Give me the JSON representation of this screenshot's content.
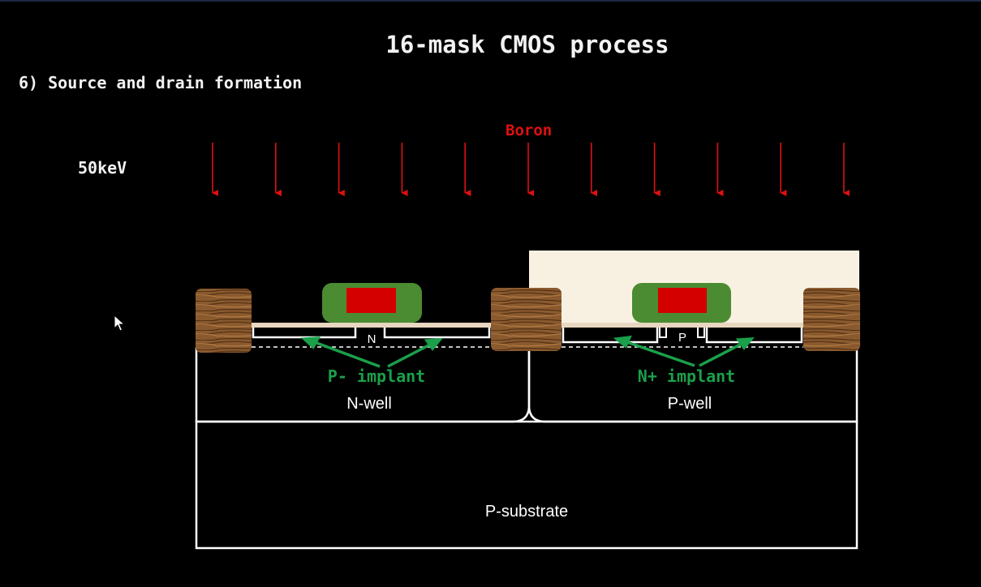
{
  "slide": {
    "title": "16-mask CMOS process",
    "step": "6) Source and drain formation",
    "energy": "50keV",
    "dopant": "Boron"
  },
  "implant_arrows": {
    "count": 11,
    "color": "#e01010"
  },
  "regions": {
    "n_well": "N-well",
    "p_well": "P-well",
    "substrate": "P-substrate",
    "nmos_channel": "N",
    "pmos_channel": "P"
  },
  "annotations": {
    "left": "P- implant",
    "right": "N+ implant",
    "color": "#1aa04a"
  },
  "colors": {
    "photoresist": "#f8f1e1",
    "spacer": "#4b8c32",
    "gate": "#d40000",
    "field_oxide": "#8a5a2e",
    "outline": "#ffffff"
  }
}
